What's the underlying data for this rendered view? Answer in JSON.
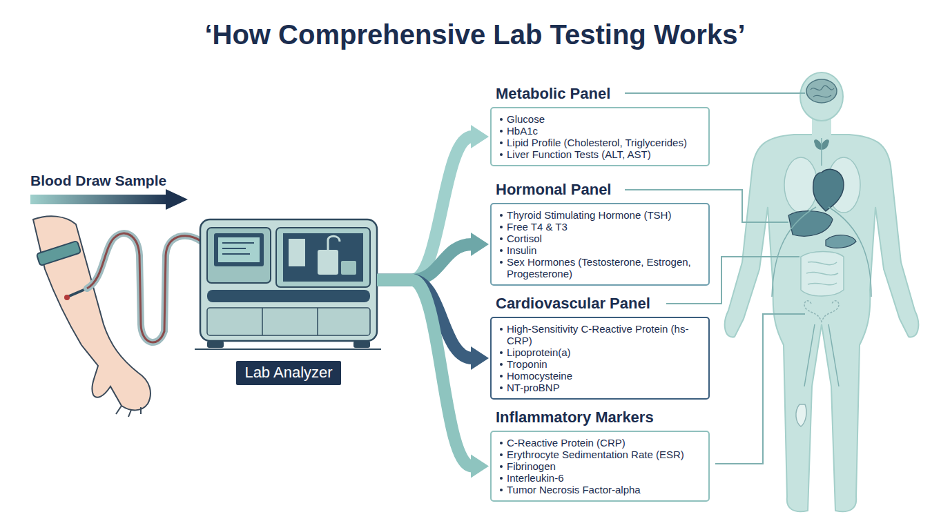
{
  "diagram": {
    "title": "‘How Comprehensive Lab Testing Works’",
    "nodes": [
      {
        "text": [
          "Lab Analyzer"
        ]
      },
      {
        "text": [
          "Metabolic Panel",
          "Glucose",
          "HbA1c",
          "Lipid Profile (Cholesterol, Triglycerides)",
          "Liver Function Tests (ALT, AST)"
        ]
      },
      {
        "text": [
          "Hormonal Panel",
          "Thyroid Stimulating Hormone (TSH)",
          "Free T4 & T3",
          "Cortisol",
          "Insulin",
          "Sex Hormones (Testosterone, Estrogen, Progesterone)"
        ]
      },
      {
        "text": [
          "Cardiovascular Panel",
          "High-Sensitivity C-Reactive Protein (hs-CRP)",
          "Lipoprotein(a)",
          "Troponin",
          "Homocysteine",
          "NT-proBNP"
        ]
      },
      {
        "text": [
          "Inflammatory Markers",
          "C-Reactive Protein (CRP)",
          "Erythrocyte Sedimentation Rate (ESR)",
          "Fibrinogen",
          "Interleukin-6",
          "Tumor Necrosis Factor-alpha"
        ]
      }
    ],
    "edges": [
      {
        "from": 0,
        "to": 1,
        "arrow": "to"
      },
      {
        "from": 0,
        "to": 2,
        "arrow": "to"
      },
      {
        "from": 0,
        "to": 3,
        "arrow": "to"
      },
      {
        "from": 0,
        "to": 4,
        "arrow": "to"
      }
    ],
    "labels": [
      "Blood Draw Sample"
    ]
  }
}
